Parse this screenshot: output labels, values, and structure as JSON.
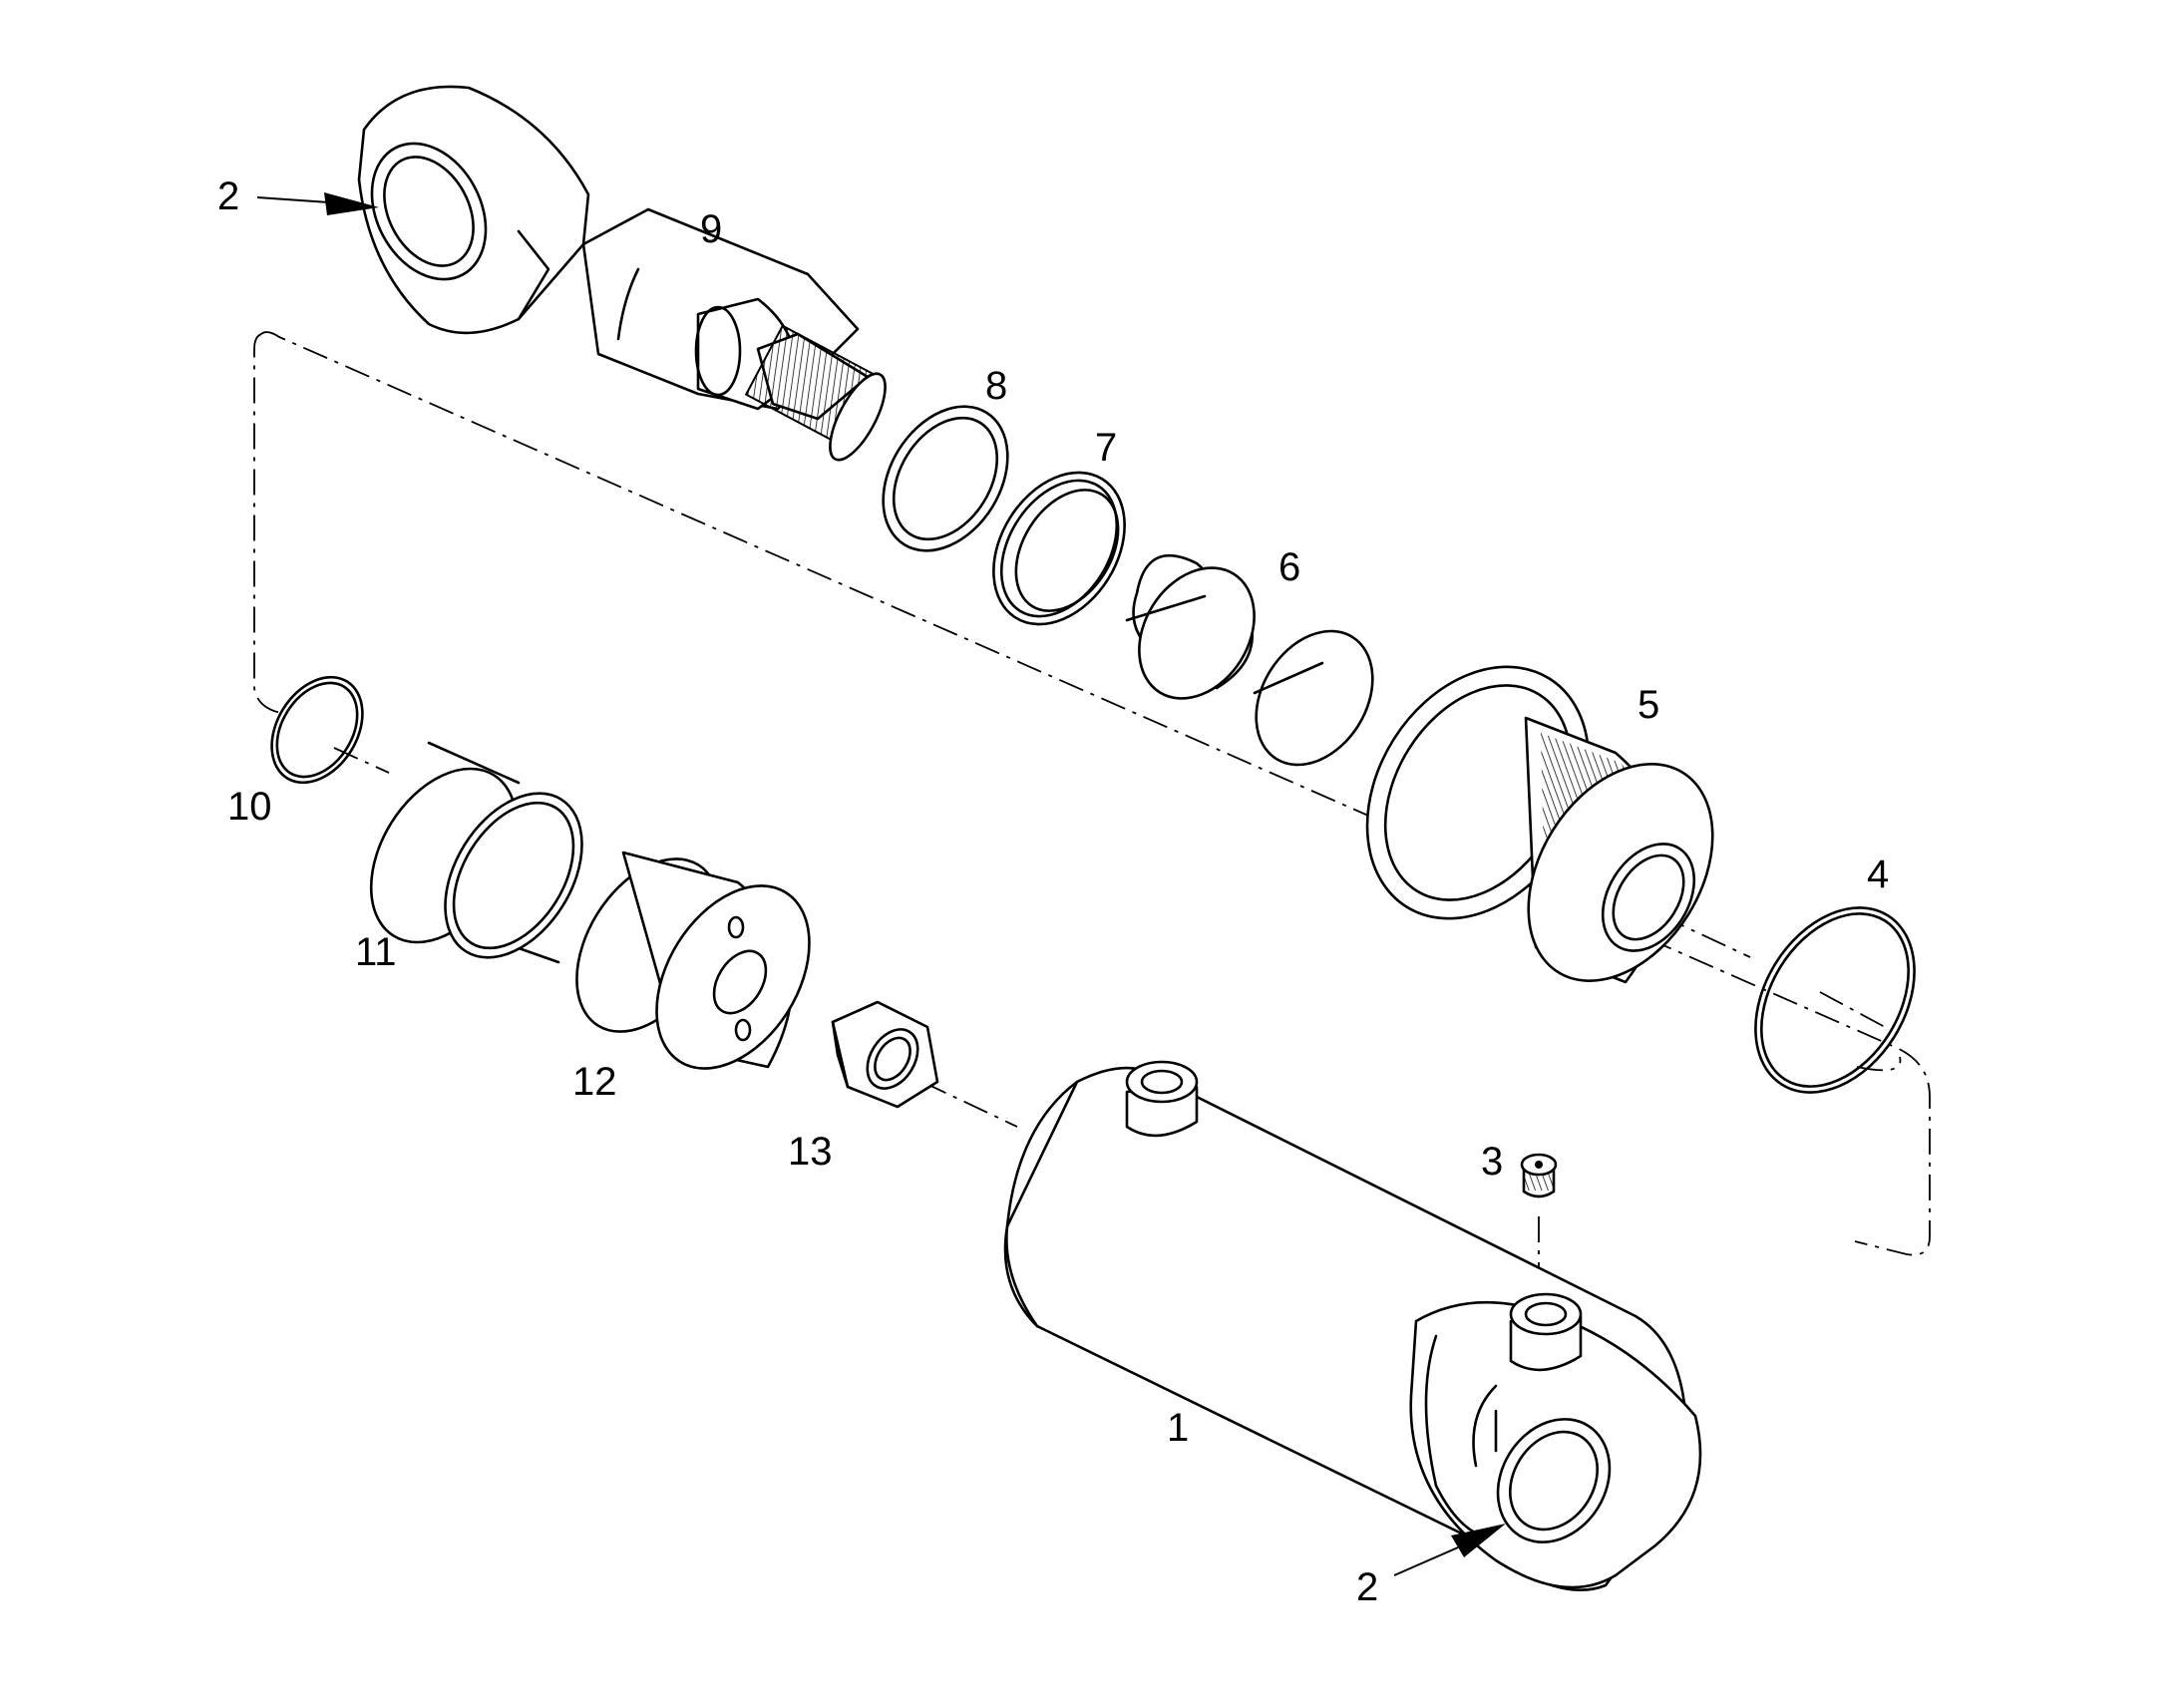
{
  "callouts": {
    "c1": "1",
    "c2_top": "2",
    "c2_bottom": "2",
    "c3": "3",
    "c4": "4",
    "c5": "5",
    "c6": "6",
    "c7": "7",
    "c8": "8",
    "c9": "9",
    "c10": "10",
    "c11": "11",
    "c12": "12",
    "c13": "13"
  }
}
